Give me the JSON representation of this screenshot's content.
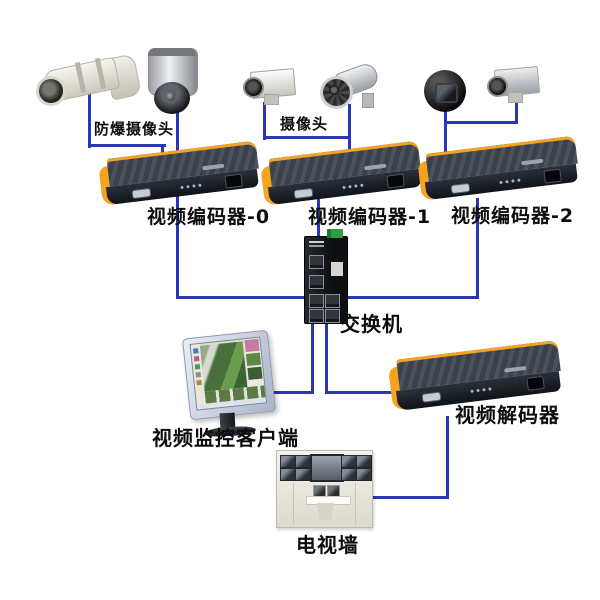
{
  "labels": {
    "explosion_proof_camera": "防爆摄像头",
    "camera": "摄像头",
    "encoder0": "视频编码器-0",
    "encoder1": "视频编码器-1",
    "encoder2": "视频编码器-2",
    "switch": "交换机",
    "monitor_client": "视频监控客户端",
    "decoder": "视频解码器",
    "tv_wall": "电视墙"
  },
  "colors": {
    "background": "#ffffff",
    "connection_line": "#2a35b8",
    "device_trim_orange": "#f5a321",
    "device_body_dark": "#3a414a",
    "switch_terminal_green": "#2f9e3f"
  }
}
